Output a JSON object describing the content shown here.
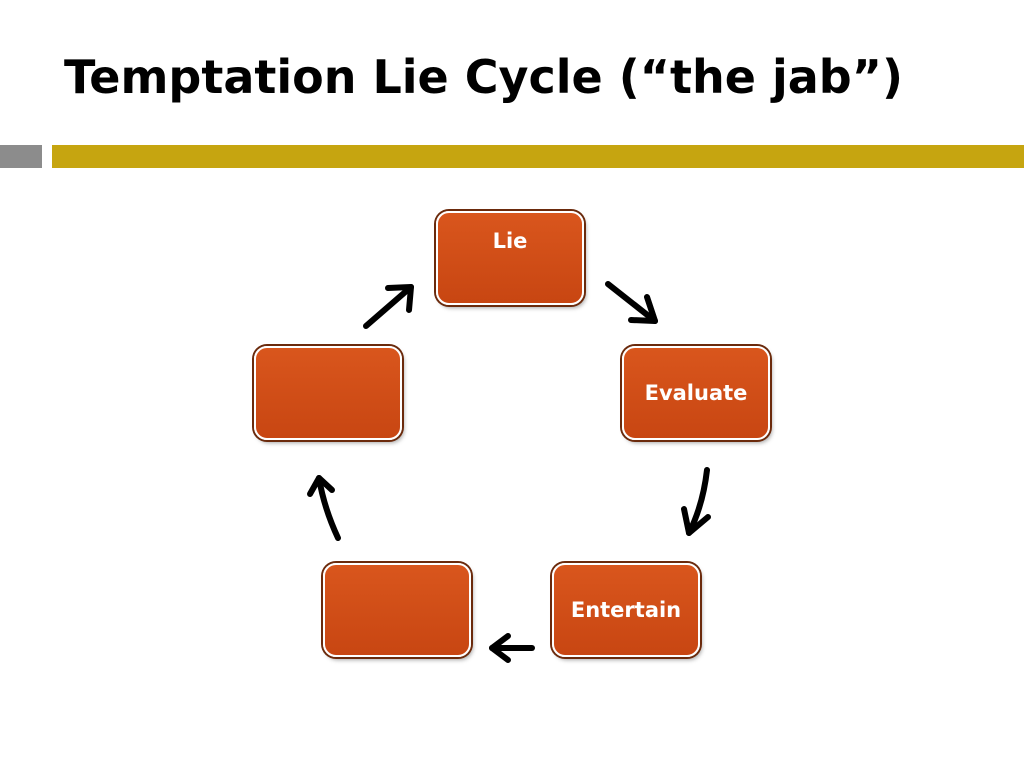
{
  "slide": {
    "title": "Temptation Lie Cycle (“the jab”)"
  },
  "cycle": {
    "nodes": [
      {
        "id": "lie",
        "label": "Lie"
      },
      {
        "id": "evaluate",
        "label": "Evaluate"
      },
      {
        "id": "entertain",
        "label": "Entertain"
      },
      {
        "id": "bottom-left",
        "label": ""
      },
      {
        "id": "left",
        "label": ""
      }
    ]
  },
  "colors": {
    "node_fill": "#d14e18",
    "accent_bar": "#c6a510",
    "gray_bar": "#8c8c8c",
    "arrow": "#000000"
  }
}
